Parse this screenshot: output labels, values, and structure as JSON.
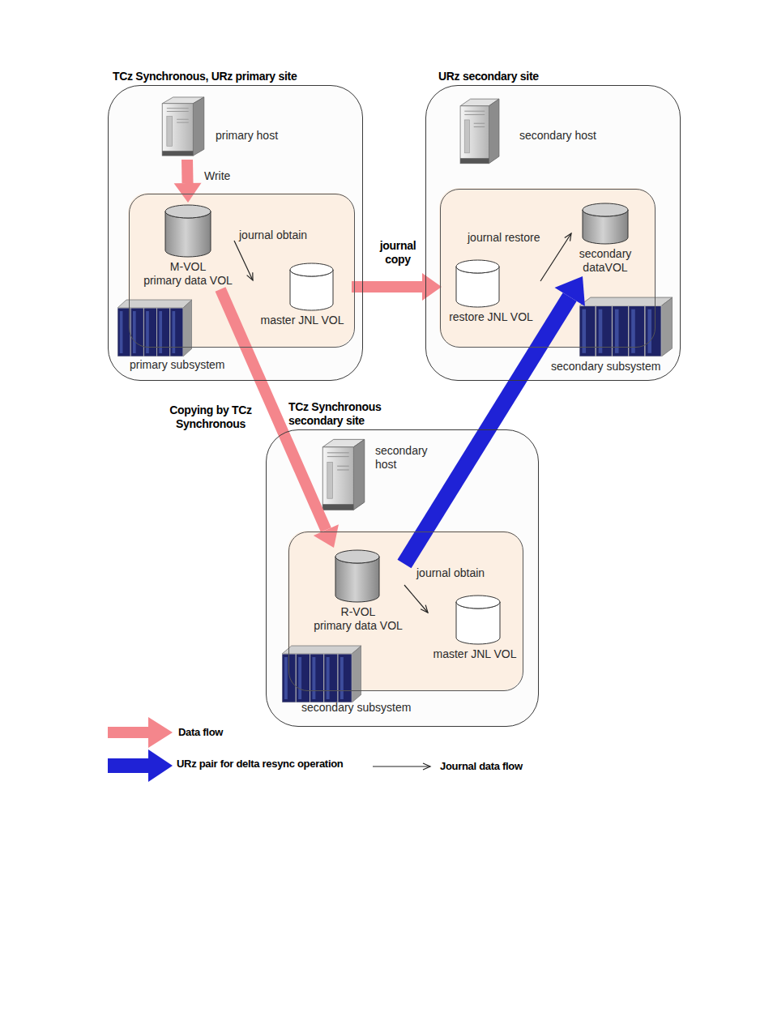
{
  "diagram": {
    "nodes": [
      {
        "text": [
          "TCz Synchronous, URz primary site"
        ]
      },
      {
        "text": [
          "primary host"
        ],
        "in": 0
      },
      {
        "text": [
          "primary subsystem"
        ],
        "in": 0
      },
      {
        "text": [
          "M-VOL",
          "primary data VOL"
        ],
        "in": 2
      },
      {
        "text": [
          "master JNL VOL"
        ],
        "in": 2
      },
      {
        "text": [
          "URz secondary site"
        ]
      },
      {
        "text": [
          "secondary host"
        ],
        "in": 5
      },
      {
        "text": [
          "secondary subsystem"
        ],
        "in": 5
      },
      {
        "text": [
          "restore JNL VOL"
        ],
        "in": 7
      },
      {
        "text": [
          "secondary dataVOL"
        ],
        "in": 7
      },
      {
        "text": [
          "TCz Synchronous secondary site"
        ]
      },
      {
        "text": [
          "secondary host"
        ],
        "in": 10
      },
      {
        "text": [
          "secondary subsystem"
        ],
        "in": 10
      },
      {
        "text": [
          "R-VOL",
          "primary data VOL"
        ],
        "in": 12
      },
      {
        "text": [
          "master JNL VOL"
        ],
        "in": 12
      }
    ],
    "edges": [
      {
        "from": 1,
        "to": 3,
        "label": "Write",
        "arrow": "to"
      },
      {
        "from": 3,
        "to": 4,
        "label": "journal obtain",
        "arrow": "to"
      },
      {
        "from": 4,
        "to": 8,
        "label": "journal copy",
        "arrow": "to"
      },
      {
        "from": 8,
        "to": 9,
        "label": "journal restore",
        "arrow": "to"
      },
      {
        "from": 3,
        "to": 13,
        "label": "Copying by TCz Synchronous",
        "arrow": "to"
      },
      {
        "from": 13,
        "to": 9,
        "arrow": "to"
      },
      {
        "from": 13,
        "to": 14,
        "label": "journal obtain",
        "arrow": "to"
      }
    ],
    "legend": [
      {
        "text": "Data flow",
        "color": "#f4868c"
      },
      {
        "text": "URz pair for delta resync operation",
        "color": "#1f22d6"
      },
      {
        "text": "Journal data flow"
      }
    ]
  }
}
